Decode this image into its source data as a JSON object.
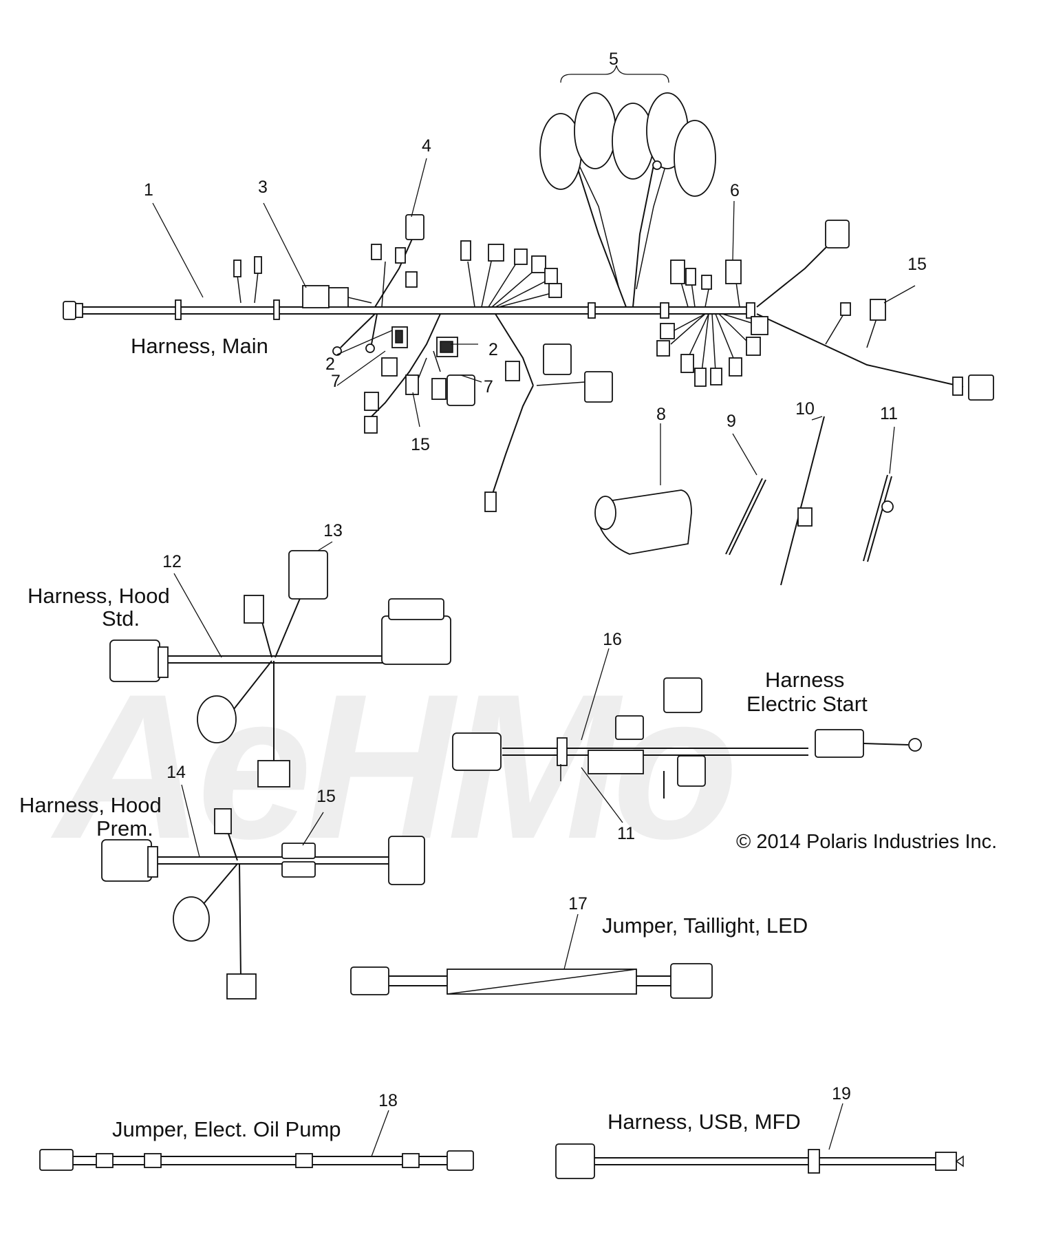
{
  "labels": {
    "harness_main": "Harness, Main",
    "harness_hood_std_line1": "Harness, Hood",
    "harness_hood_std_line2": "Std.",
    "harness_hood_prem_line1": "Harness, Hood",
    "harness_hood_prem_line2": "Prem.",
    "harness_electric_start_line1": "Harness",
    "harness_electric_start_line2": "Electric Start",
    "jumper_taillight": "Jumper, Taillight, LED",
    "jumper_oil_pump": "Jumper, Elect. Oil Pump",
    "harness_usb": "Harness, USB, MFD",
    "copyright": "© 2014 Polaris Industries Inc."
  },
  "callouts": {
    "n1": "1",
    "n2a": "2",
    "n2b": "2",
    "n3": "3",
    "n4": "4",
    "n5": "5",
    "n6": "6",
    "n7a": "7",
    "n7b": "7",
    "n8": "8",
    "n9": "9",
    "n10": "10",
    "n11a": "11",
    "n11b": "11",
    "n12": "12",
    "n13": "13",
    "n14": "14",
    "n15a": "15",
    "n15b": "15",
    "n15c": "15",
    "n16": "16",
    "n17": "17",
    "n18": "18",
    "n19": "19"
  },
  "watermark": "AeHMo"
}
